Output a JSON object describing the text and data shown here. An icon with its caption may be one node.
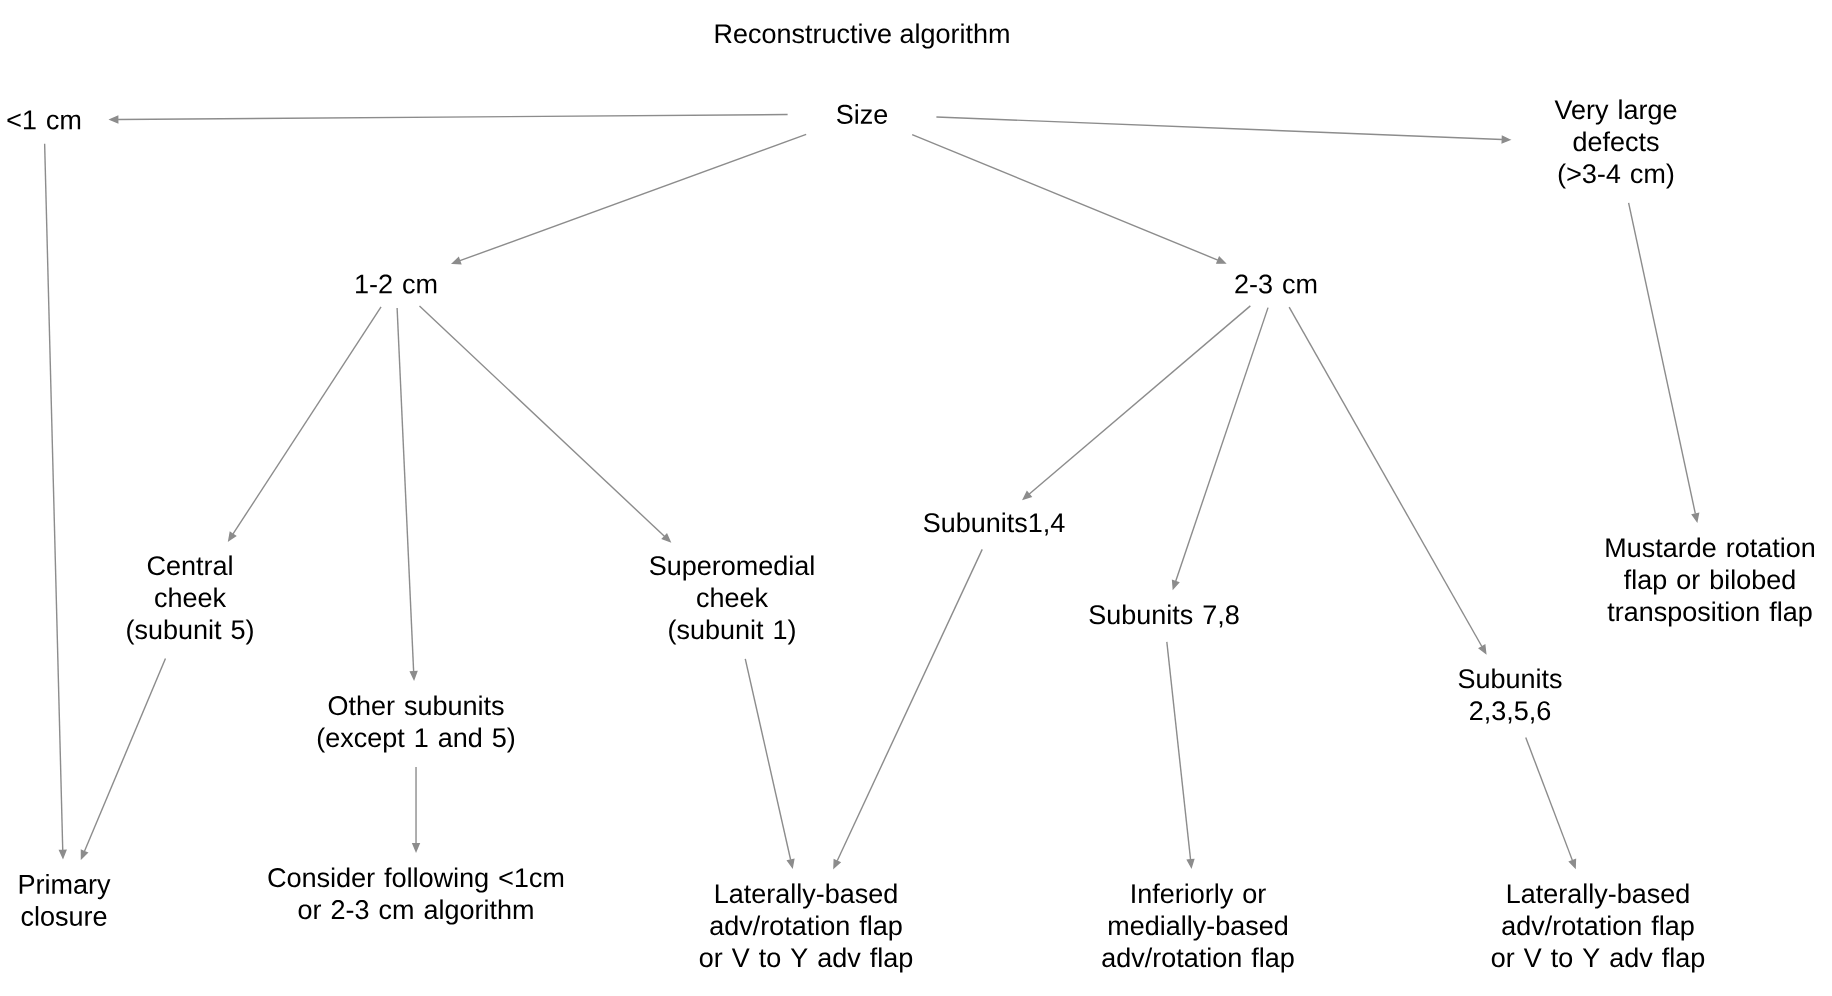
{
  "diagram": {
    "title": "Reconstructive algorithm",
    "nodes": [
      {
        "text": [
          "Size"
        ]
      },
      {
        "text": [
          "<1 cm"
        ]
      },
      {
        "text": [
          "Very large defects (>3-4 cm)"
        ]
      },
      {
        "text": [
          "1-2 cm"
        ]
      },
      {
        "text": [
          "2-3 cm"
        ]
      },
      {
        "text": [
          "Subunits1,4"
        ]
      },
      {
        "text": [
          "Mustarde rotation flap or bilobed transposition flap"
        ]
      },
      {
        "text": [
          "Central cheek (subunit 5)"
        ]
      },
      {
        "text": [
          "Superomedial cheek (subunit 1)"
        ]
      },
      {
        "text": [
          "Subunits 7,8"
        ]
      },
      {
        "text": [
          "Subunits 2,3,5,6"
        ]
      },
      {
        "text": [
          "Other subunits (except 1 and 5)"
        ]
      },
      {
        "text": [
          "Primary closure"
        ]
      },
      {
        "text": [
          "Consider following <1cm or 2-3 cm algorithm"
        ]
      },
      {
        "text": [
          "Laterally-based adv/rotation flap or V to Y adv flap"
        ]
      },
      {
        "text": [
          "Inferiorly or medially-based adv/rotation flap"
        ]
      },
      {
        "text": [
          "Laterally-based adv/rotation flap or V to Y adv flap"
        ]
      }
    ],
    "edges": [
      {
        "from": 0,
        "to": 1,
        "arrow": "to"
      },
      {
        "from": 0,
        "to": 2,
        "arrow": "to"
      },
      {
        "from": 0,
        "to": 3,
        "arrow": "to"
      },
      {
        "from": 0,
        "to": 4,
        "arrow": "to"
      },
      {
        "from": 1,
        "to": 12,
        "arrow": "to"
      },
      {
        "from": 3,
        "to": 7,
        "arrow": "to"
      },
      {
        "from": 3,
        "to": 11,
        "arrow": "to"
      },
      {
        "from": 3,
        "to": 8,
        "arrow": "to"
      },
      {
        "from": 4,
        "to": 5,
        "arrow": "to"
      },
      {
        "from": 4,
        "to": 9,
        "arrow": "to"
      },
      {
        "from": 4,
        "to": 10,
        "arrow": "to"
      },
      {
        "from": 2,
        "to": 6,
        "arrow": "to"
      },
      {
        "from": 7,
        "to": 12,
        "arrow": "to"
      },
      {
        "from": 11,
        "to": 13,
        "arrow": "to"
      },
      {
        "from": 8,
        "to": 14,
        "arrow": "to"
      },
      {
        "from": 5,
        "to": 14,
        "arrow": "to"
      },
      {
        "from": 9,
        "to": 15,
        "arrow": "to"
      },
      {
        "from": 10,
        "to": 16,
        "arrow": "to"
      }
    ]
  }
}
